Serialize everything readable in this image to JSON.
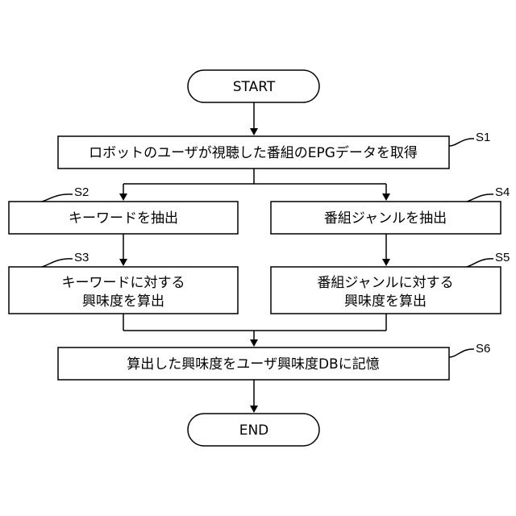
{
  "nodes": {
    "start": {
      "label": "START"
    },
    "s1": {
      "id": "S1",
      "label": "ロボットのユーザが視聴した番組のEPGデータを取得"
    },
    "s2": {
      "id": "S2",
      "label": "キーワードを抽出"
    },
    "s3": {
      "id": "S3",
      "line1": "キーワードに対する",
      "line2": "興味度を算出"
    },
    "s4": {
      "id": "S4",
      "label": "番組ジャンルを抽出"
    },
    "s5": {
      "id": "S5",
      "line1": "番組ジャンルに対する",
      "line2": "興味度を算出"
    },
    "s6": {
      "id": "S6",
      "label": "算出した興味度をユーザ興味度DBに記憶"
    },
    "end": {
      "label": "END"
    }
  },
  "edges": [
    {
      "from": "start",
      "to": "s1"
    },
    {
      "from": "s1",
      "to": "s2"
    },
    {
      "from": "s1",
      "to": "s4"
    },
    {
      "from": "s2",
      "to": "s3"
    },
    {
      "from": "s4",
      "to": "s5"
    },
    {
      "from": "s3",
      "to": "s6"
    },
    {
      "from": "s5",
      "to": "s6"
    },
    {
      "from": "s6",
      "to": "end"
    }
  ]
}
